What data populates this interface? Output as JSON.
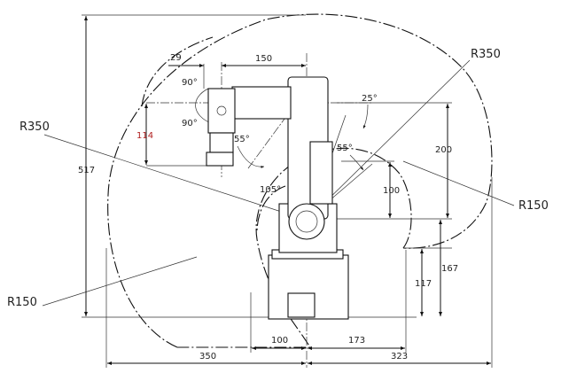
{
  "labels": {
    "r350_left": "R350",
    "r350_right": "R350",
    "r150_right": "R150",
    "r150_left": "R150",
    "dim_29": "29",
    "dim_150": "150",
    "angle_90_top": "90°",
    "angle_90_bottom": "90°",
    "dim_114": "114",
    "angle_55_left": "55°",
    "angle_25": "25°",
    "angle_55_right": "55°",
    "angle_105": "105°",
    "dim_200": "200",
    "dim_100_vertical": "100",
    "dim_517": "517",
    "dim_167": "167",
    "dim_117": "117",
    "dim_100_bottom": "100",
    "dim_173": "173",
    "dim_350": "350",
    "dim_323": "323"
  },
  "colors": {
    "highlight": "#b02020",
    "line": "#111111"
  }
}
